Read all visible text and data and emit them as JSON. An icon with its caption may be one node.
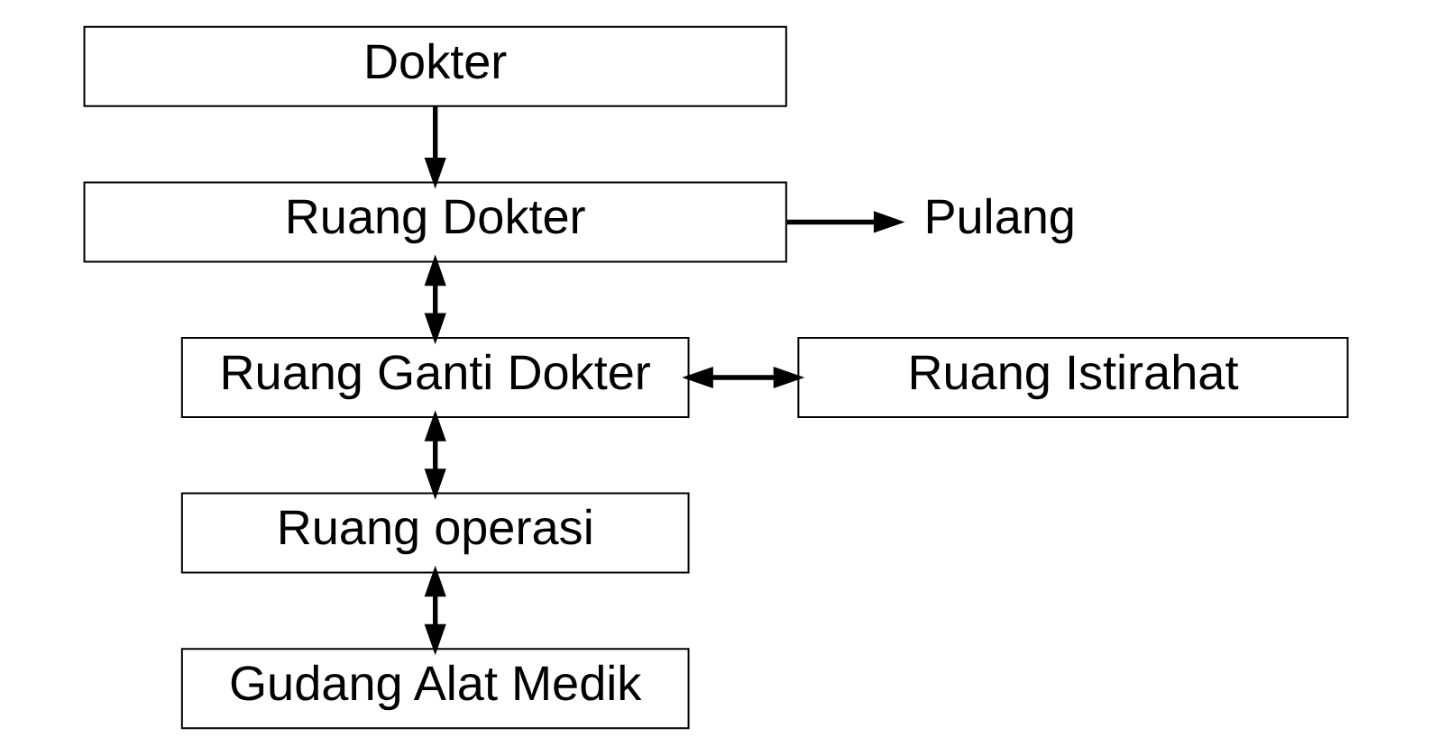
{
  "diagram": {
    "nodes": [
      {
        "text": [
          "Dokter"
        ]
      },
      {
        "text": [
          "Ruang Dokter"
        ]
      },
      {
        "text": [
          "Pulang"
        ]
      },
      {
        "text": [
          "Ruang Ganti Dokter"
        ]
      },
      {
        "text": [
          "Ruang Istirahat"
        ]
      },
      {
        "text": [
          "Ruang operasi"
        ]
      },
      {
        "text": [
          "Gudang Alat Medik"
        ]
      }
    ],
    "edges": [
      {
        "from": 0,
        "to": 1,
        "arrow": "to"
      },
      {
        "from": 1,
        "to": 2,
        "arrow": "to"
      },
      {
        "from": 1,
        "to": 3,
        "arrow": "both"
      },
      {
        "from": 3,
        "to": 4,
        "arrow": "both"
      },
      {
        "from": 3,
        "to": 5,
        "arrow": "both"
      },
      {
        "from": 5,
        "to": 6,
        "arrow": "both"
      }
    ]
  }
}
